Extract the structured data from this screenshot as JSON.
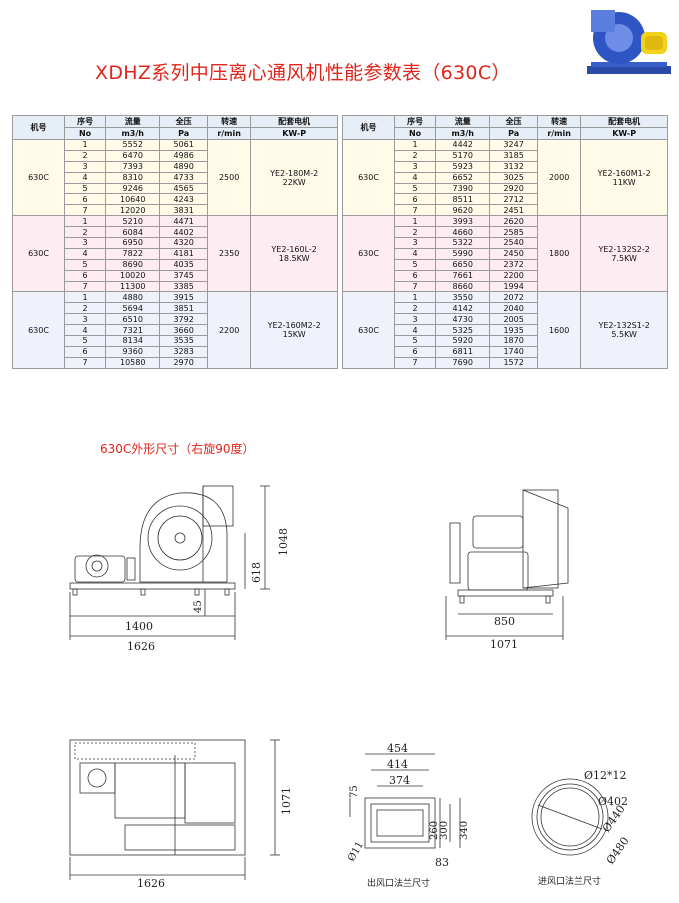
{
  "title": "XDHZ系列中压离心通风机性能参数表（630C）",
  "subtitle": "630C外形尺寸（右旋90度）",
  "table_headers": {
    "model": "机号",
    "seq": "序号",
    "seq_sub": "No",
    "flow": "流量",
    "flow_sub": "m3/h",
    "pressure": "全压",
    "pressure_sub": "Pa",
    "speed": "转速",
    "speed_sub": "r/min",
    "motor": "配套电机",
    "motor_sub": "KW-P"
  },
  "left_table": [
    {
      "model": "630C",
      "speed": "2500",
      "motor": "YE2-180M-2",
      "power": "22KW",
      "rows": [
        [
          "1",
          "5552",
          "5061"
        ],
        [
          "2",
          "6470",
          "4986"
        ],
        [
          "3",
          "7393",
          "4890"
        ],
        [
          "4",
          "8310",
          "4733"
        ],
        [
          "5",
          "9246",
          "4565"
        ],
        [
          "6",
          "10640",
          "4243"
        ],
        [
          "7",
          "12020",
          "3831"
        ]
      ]
    },
    {
      "model": "630C",
      "speed": "2350",
      "motor": "YE2-160L-2",
      "power": "18.5KW",
      "rows": [
        [
          "1",
          "5210",
          "4471"
        ],
        [
          "2",
          "6084",
          "4402"
        ],
        [
          "3",
          "6950",
          "4320"
        ],
        [
          "4",
          "7822",
          "4181"
        ],
        [
          "5",
          "8690",
          "4035"
        ],
        [
          "6",
          "10020",
          "3745"
        ],
        [
          "7",
          "11300",
          "3385"
        ]
      ]
    },
    {
      "model": "630C",
      "speed": "2200",
      "motor": "YE2-160M2-2",
      "power": "15KW",
      "rows": [
        [
          "1",
          "4880",
          "3915"
        ],
        [
          "2",
          "5694",
          "3851"
        ],
        [
          "3",
          "6510",
          "3792"
        ],
        [
          "4",
          "7321",
          "3660"
        ],
        [
          "5",
          "8134",
          "3535"
        ],
        [
          "6",
          "9360",
          "3283"
        ],
        [
          "7",
          "10580",
          "2970"
        ]
      ]
    }
  ],
  "right_table": [
    {
      "model": "630C",
      "speed": "2000",
      "motor": "YE2-160M1-2",
      "power": "11KW",
      "rows": [
        [
          "1",
          "4442",
          "3247"
        ],
        [
          "2",
          "5170",
          "3185"
        ],
        [
          "3",
          "5923",
          "3132"
        ],
        [
          "4",
          "6652",
          "3025"
        ],
        [
          "5",
          "7390",
          "2920"
        ],
        [
          "6",
          "8511",
          "2712"
        ],
        [
          "7",
          "9620",
          "2451"
        ]
      ]
    },
    {
      "model": "630C",
      "speed": "1800",
      "motor": "YE2-132S2-2",
      "power": "7.5KW",
      "rows": [
        [
          "1",
          "3993",
          "2620"
        ],
        [
          "2",
          "4660",
          "2585"
        ],
        [
          "3",
          "5322",
          "2540"
        ],
        [
          "4",
          "5990",
          "2450"
        ],
        [
          "5",
          "6650",
          "2372"
        ],
        [
          "6",
          "7661",
          "2200"
        ],
        [
          "7",
          "8660",
          "1994"
        ]
      ]
    },
    {
      "model": "630C",
      "speed": "1600",
      "motor": "YE2-132S1-2",
      "power": "5.5KW",
      "rows": [
        [
          "1",
          "3550",
          "2072"
        ],
        [
          "2",
          "4142",
          "2040"
        ],
        [
          "3",
          "4730",
          "2005"
        ],
        [
          "4",
          "5325",
          "1935"
        ],
        [
          "5",
          "5920",
          "1870"
        ],
        [
          "6",
          "6811",
          "1740"
        ],
        [
          "7",
          "7690",
          "1572"
        ]
      ]
    }
  ],
  "dims": {
    "front_1400": "1400",
    "front_1626": "1626",
    "front_45": "45",
    "front_618": "618",
    "front_1048": "1048",
    "side_850": "850",
    "side_1071": "1071",
    "top_1626": "1626",
    "top_1071": "1071",
    "out_454": "454",
    "out_414": "414",
    "out_374": "374",
    "out_75": "75",
    "out_260": "260",
    "out_300": "300",
    "out_340": "340",
    "out_83": "83",
    "out_011": "Ø11",
    "in_holes": "Ø12*12",
    "in_402": "Ø402",
    "in_440": "Ø440",
    "in_480": "Ø480"
  },
  "captions": {
    "outlet": "出风口法兰尺寸",
    "inlet": "进风口法兰尺寸"
  }
}
